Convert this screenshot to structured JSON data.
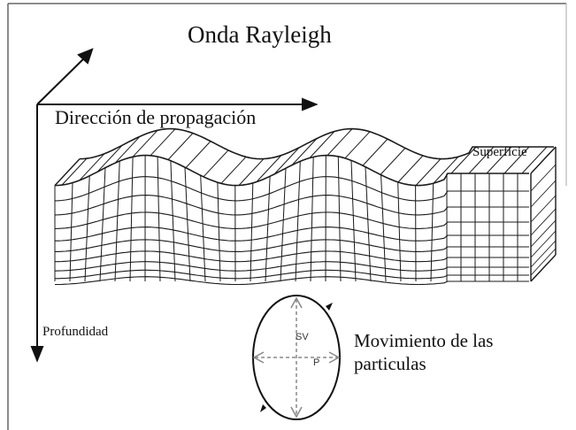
{
  "title": "Onda Rayleigh",
  "labels": {
    "propagation": "Dirección de propagación",
    "surface": "Superficie",
    "depth": "Profundidad",
    "particle_motion": "Movimiento de las particulas",
    "sv": "SV",
    "p": "P"
  },
  "colors": {
    "line": "#1a1a1a",
    "dashed": "#888888",
    "frame": "#666666",
    "background": "#ffffff"
  }
}
